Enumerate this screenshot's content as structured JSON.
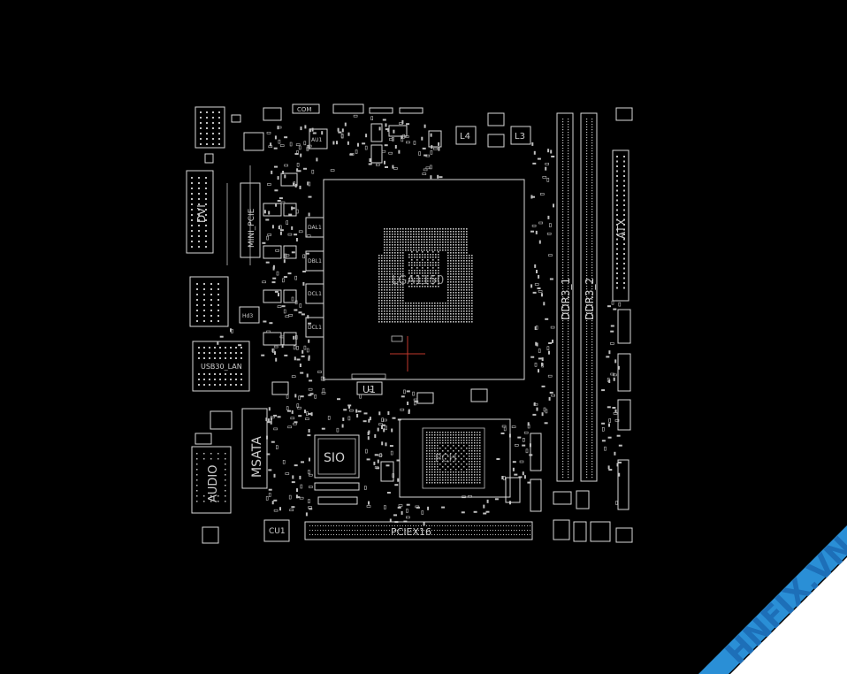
{
  "board": {
    "cpu_socket": "LGA1150",
    "dimm_1": "DDR3_1",
    "dimm_2": "DDR3_2",
    "atx": "ATX",
    "dvi": "DVI",
    "mini_pcie": "MINI_PCIE",
    "usb_lan": "USB30_LAN",
    "msata": "MSATA",
    "audio": "AUDIO",
    "sio": "SIO",
    "pch": "PCH",
    "pciex16": "PCIEX16",
    "l4": "L4",
    "l3": "L3",
    "u1": "U1",
    "cu1": "CU1",
    "com": "COM",
    "au1": "AU1",
    "hd3": "Hd3",
    "dal1": "DAL1",
    "dbl1": "DBL1",
    "dcl1": "DCL1",
    "ddl1": "DCL1"
  },
  "watermark": {
    "text": "HNFIX.VN",
    "band_color": "#2a8fd6",
    "accent_color": "#e53935"
  },
  "colors": {
    "background": "#000000",
    "trace": "#d8d8d8",
    "marker": "#c0392b"
  }
}
